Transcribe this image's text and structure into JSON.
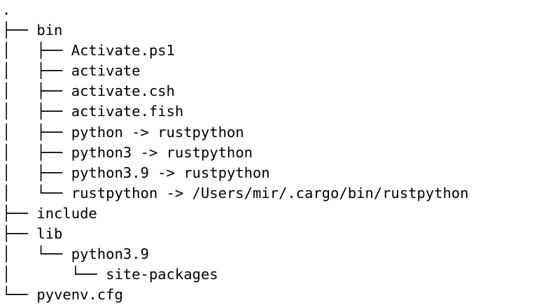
{
  "terminal": {
    "background_color": "#ffffff",
    "text_color": "#000000",
    "command": "tree",
    "root": "."
  },
  "tree": {
    "lines": [
      {
        "prefix": "",
        "label": "."
      },
      {
        "prefix": "├── ",
        "label": "bin"
      },
      {
        "prefix": "│   ├── ",
        "label": "Activate.ps1"
      },
      {
        "prefix": "│   ├── ",
        "label": "activate"
      },
      {
        "prefix": "│   ├── ",
        "label": "activate.csh"
      },
      {
        "prefix": "│   ├── ",
        "label": "activate.fish"
      },
      {
        "prefix": "│   ├── ",
        "label": "python -> rustpython"
      },
      {
        "prefix": "│   ├── ",
        "label": "python3 -> rustpython"
      },
      {
        "prefix": "│   ├── ",
        "label": "python3.9 -> rustpython"
      },
      {
        "prefix": "│   └── ",
        "label": "rustpython -> /Users/mir/.cargo/bin/rustpython"
      },
      {
        "prefix": "├── ",
        "label": "include"
      },
      {
        "prefix": "├── ",
        "label": "lib"
      },
      {
        "prefix": "│   └── ",
        "label": "python3.9"
      },
      {
        "prefix": "│       └── ",
        "label": "site-packages"
      },
      {
        "prefix": "└── ",
        "label": "pyvenv.cfg"
      }
    ]
  }
}
